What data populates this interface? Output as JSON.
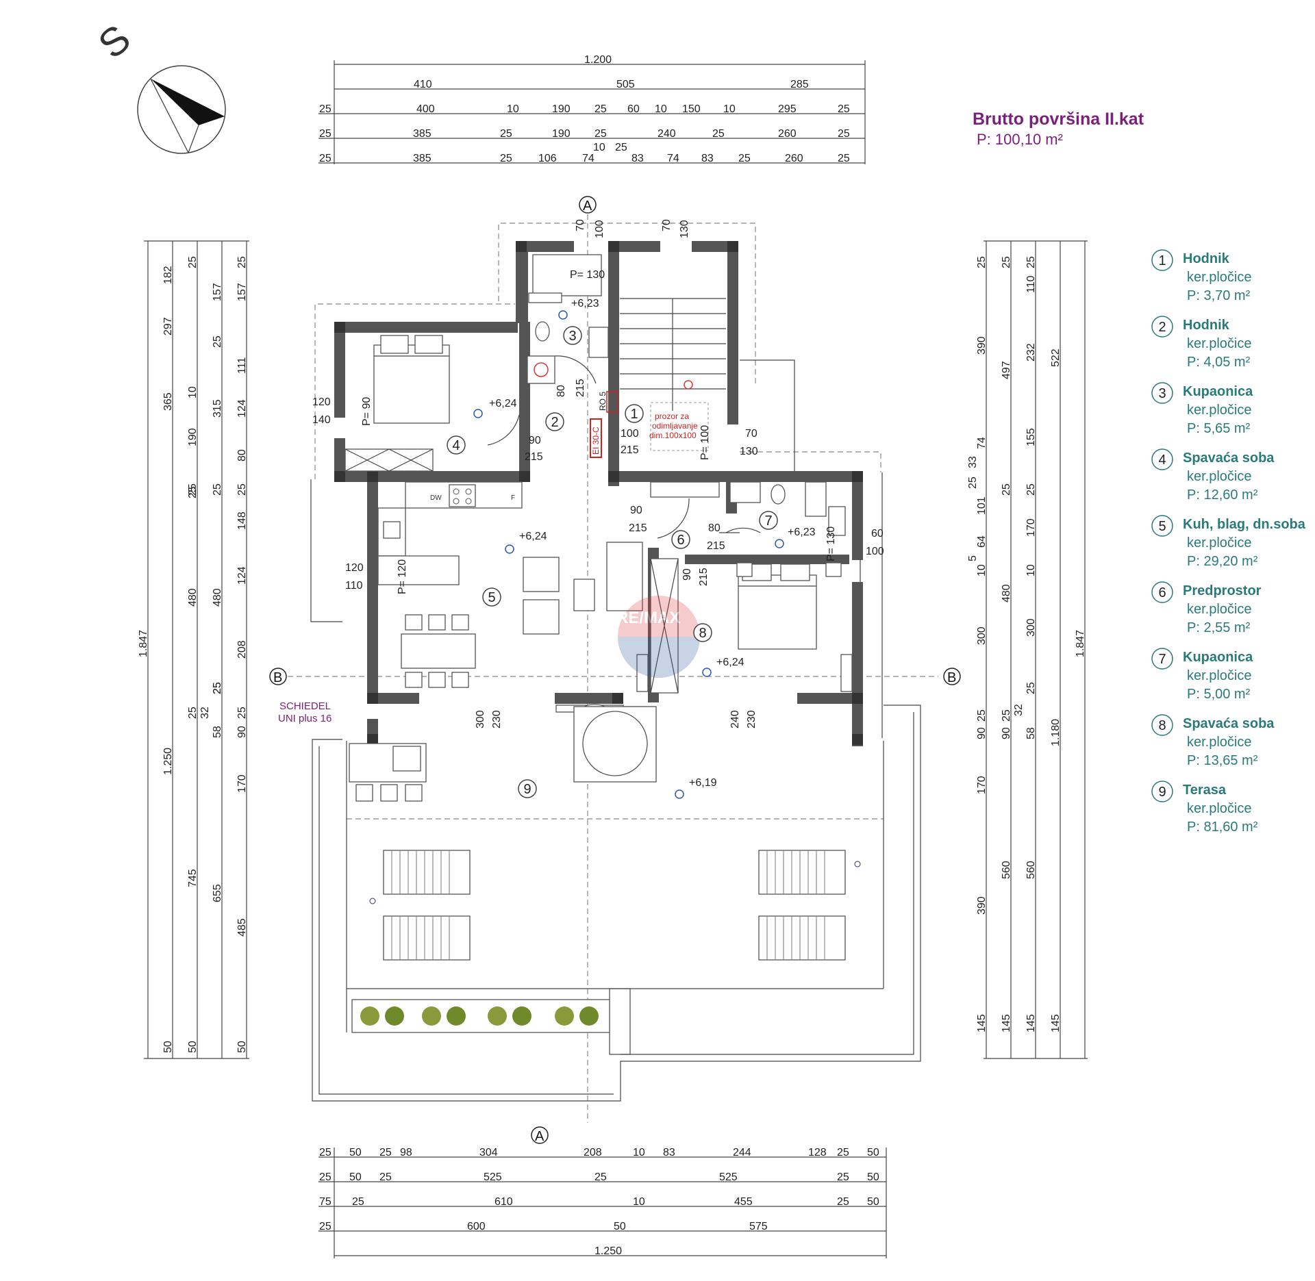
{
  "header": {
    "title": "Brutto površina II.kat",
    "area": "P: 100,10 m²"
  },
  "compass": {
    "letter": "S"
  },
  "dims_top": {
    "total": "1.200",
    "row1": [
      "410",
      "505",
      "285"
    ],
    "row2": [
      "25",
      "400",
      "10",
      "190",
      "25",
      "60",
      "10",
      "150",
      "10",
      "295",
      "25"
    ],
    "row3": [
      "25",
      "385",
      "25",
      "190",
      "25",
      "240",
      "25",
      "260",
      "25"
    ],
    "row4": [
      "25",
      "385",
      "25",
      "106",
      "74",
      "10",
      "25",
      "83",
      "74",
      "83",
      "25",
      "260",
      "25"
    ]
  },
  "dims_bottom": {
    "row1": [
      "25",
      "50",
      "25",
      "98",
      "304",
      "208",
      "10",
      "83",
      "244",
      "128",
      "25",
      "50"
    ],
    "row2": [
      "25",
      "50",
      "25",
      "525",
      "25",
      "525",
      "25",
      "50"
    ],
    "row3": [
      "75",
      "25",
      "610",
      "10",
      "455",
      "25",
      "50"
    ],
    "row4": [
      "25",
      "600",
      "50",
      "575"
    ],
    "total": "1.250"
  },
  "dims_left": {
    "total": "1.847",
    "col1": [
      "182",
      "297",
      "365",
      "10",
      "190",
      "25",
      "480",
      "25",
      "58",
      "745",
      "50"
    ],
    "col2": [
      "25",
      "157",
      "25",
      "315",
      "25",
      "480",
      "25",
      "32",
      "1.250",
      "655",
      "50"
    ],
    "col3": [
      "25",
      "157",
      "111",
      "124",
      "80",
      "25",
      "148",
      "124",
      "208",
      "25",
      "90",
      "170",
      "485",
      "50"
    ],
    "col4": [
      "25",
      "25"
    ]
  },
  "dims_right": {
    "total": "1.847",
    "col1": [
      "25",
      "390",
      "74",
      "33",
      "25",
      "101",
      "64",
      "5",
      "10",
      "300",
      "25",
      "90",
      "170",
      "390",
      "145"
    ],
    "col2": [
      "25",
      "497",
      "25",
      "480",
      "25",
      "90",
      "560",
      "145"
    ],
    "col3": [
      "25",
      "110",
      "232",
      "155",
      "25",
      "170",
      "10",
      "300",
      "25",
      "32",
      "58",
      "560",
      "145"
    ],
    "col4": [
      "522",
      "1.180",
      "145"
    ]
  },
  "section_marks": {
    "a": "A",
    "b": "B"
  },
  "plan_labels": {
    "levels": [
      "+6,23",
      "+6,24",
      "+6,24",
      "+6,23",
      "+6,24",
      "+6,19"
    ],
    "openings": [
      "120",
      "140",
      "P= 90",
      "80",
      "215",
      "90",
      "215",
      "100",
      "215",
      "P= 100",
      "70",
      "130",
      "P= 130",
      "70",
      "100",
      "70",
      "130",
      "90",
      "215",
      "80",
      "215",
      "P= 130",
      "60",
      "100",
      "90",
      "215",
      "120",
      "110",
      "P= 120",
      "300",
      "230",
      "240",
      "230"
    ],
    "ro": "RO 5",
    "ei": "EI 30-C",
    "smoke_window": [
      "prozor za",
      "odimljavanje",
      "dim.100x100"
    ],
    "chimney": [
      "SCHIEDEL",
      "UNI plus 16"
    ],
    "appliance_dw": "DW",
    "appliance_f": "F",
    "watermark": "RE/MAX"
  },
  "rooms": [
    {
      "num": "1",
      "name": "Hodnik",
      "floor": "ker.pločice",
      "area": "P: 3,70 m²"
    },
    {
      "num": "2",
      "name": "Hodnik",
      "floor": "ker.pločice",
      "area": "P: 4,05 m²"
    },
    {
      "num": "3",
      "name": "Kupaonica",
      "floor": "ker.pločice",
      "area": "P: 5,65 m²"
    },
    {
      "num": "4",
      "name": "Spavaća soba",
      "floor": "ker.pločice",
      "area": "P: 12,60 m²"
    },
    {
      "num": "5",
      "name": "Kuh, blag, dn.soba",
      "floor": "ker.pločice",
      "area": "P: 29,20 m²"
    },
    {
      "num": "6",
      "name": "Predprostor",
      "floor": "ker.pločice",
      "area": "P: 2,55 m²"
    },
    {
      "num": "7",
      "name": "Kupaonica",
      "floor": "ker.pločice",
      "area": "P: 5,00 m²"
    },
    {
      "num": "8",
      "name": "Spavaća soba",
      "floor": "ker.pločice",
      "area": "P: 13,65 m²"
    },
    {
      "num": "9",
      "name": "Terasa",
      "floor": "ker.pločice",
      "area": "P: 81,60 m²"
    }
  ],
  "colors": {
    "title": "#7a1f7a",
    "legend": "#2a7a7a",
    "walls": "#555555"
  }
}
